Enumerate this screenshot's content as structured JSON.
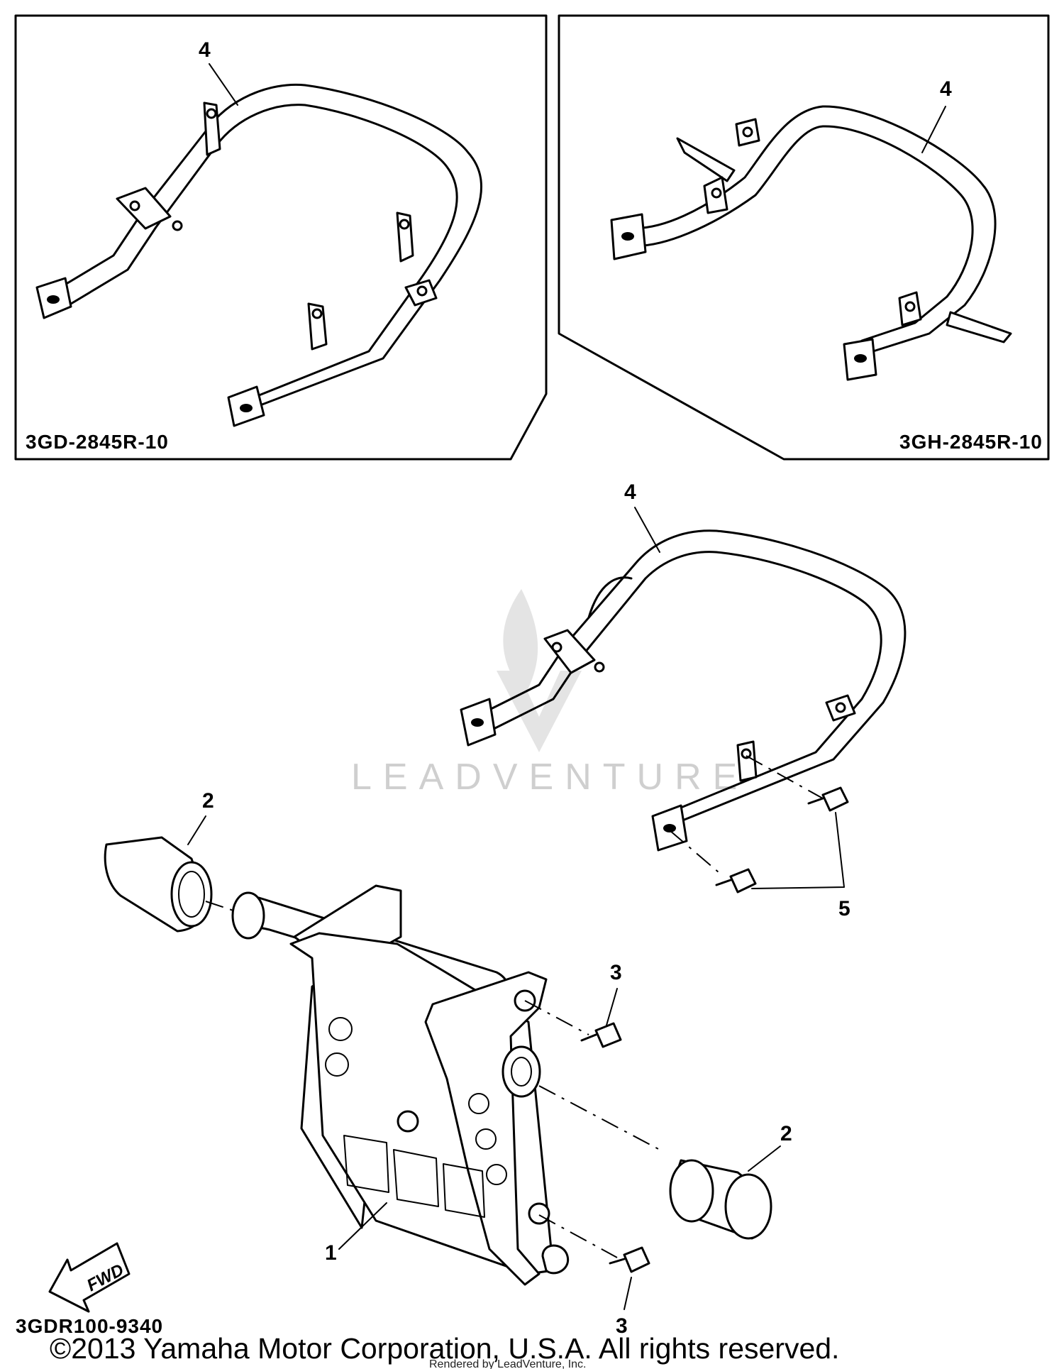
{
  "insets": [
    {
      "code": "3GD-2845R-10",
      "callout": "4"
    },
    {
      "code": "3GH-2845R-10",
      "callout": "4"
    }
  ],
  "callouts": {
    "guard": "4",
    "cap_left": "2",
    "cap_right": "2",
    "bolt_top": "3",
    "bolt_bottom": "3",
    "guard_bolts": "5",
    "skid_plate": "1"
  },
  "diagram_code": "3GDR100-9340",
  "fwd_label": "FWD",
  "watermark": "LEADVENTURE",
  "copyright": "©2013 Yamaha Motor Corporation, U.S.A. All rights reserved.",
  "rendered_by": "Rendered by LeadVenture, Inc."
}
